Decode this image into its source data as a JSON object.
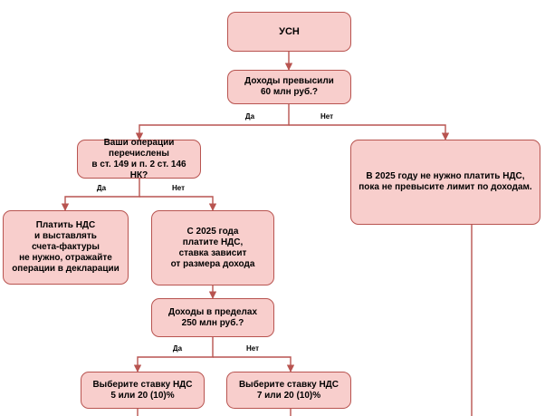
{
  "nodes": {
    "root": "УСН",
    "q_income_60": "Доходы превысили\n60 млн руб.?",
    "q_ops": "Ваши операции\nперечислены\nв ст. 149 и п. 2 ст. 146 НК?",
    "no_vat_limit": "В 2025 году не нужно платить НДС,\nпока не превысите лимит по доходам.",
    "no_vat_exempt": "Платить НДС\nи выставлять\nсчета-фактуры\nне нужно, отражайте\nоперации в декларации",
    "vat_from_2025": "С 2025 года\nплатите НДС,\nставка зависит\nот размера дохода",
    "q_income_250": "Доходы в пределах\n250 млн руб.?",
    "rate_5_10": "Выберите ставку НДС\n5 или 20 (10)%",
    "rate_7_10": "Выберите ставку НДС\n7 или 20 (10)%"
  },
  "edge_labels": {
    "yes": "Да",
    "no": "Нет"
  },
  "colors": {
    "node_fill": "#f8cecc",
    "node_stroke": "#b85450",
    "edge": "#b85450"
  }
}
